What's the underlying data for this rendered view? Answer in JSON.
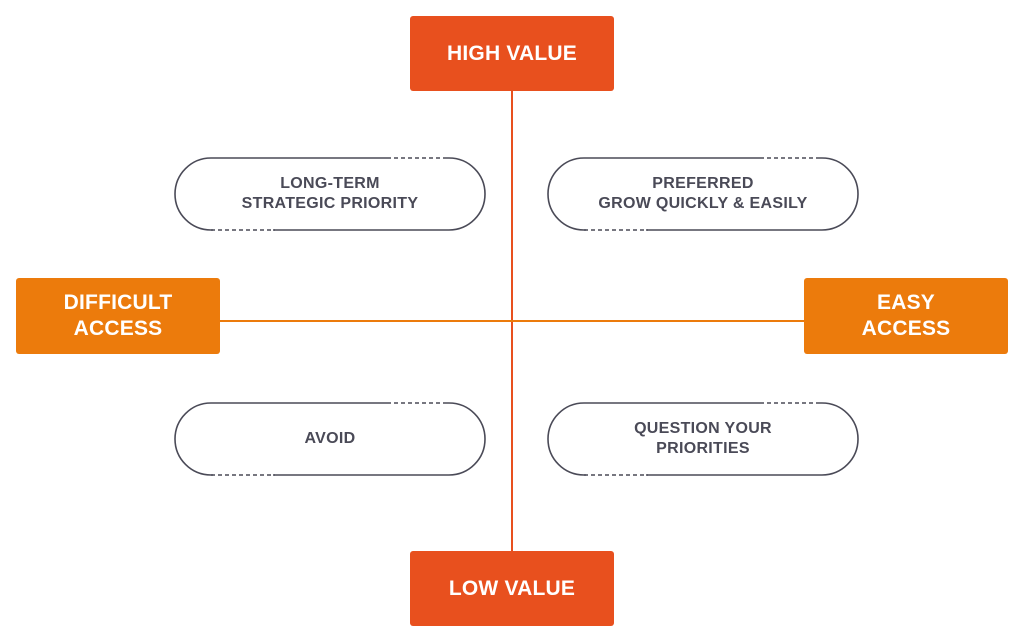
{
  "colors": {
    "value_axis": "#e8501e",
    "access_axis": "#ec7b0c",
    "pill_stroke": "#4a4a57",
    "pill_text": "#4a4a57"
  },
  "axes": {
    "top": "HIGH VALUE",
    "bottom": "LOW VALUE",
    "left": "DIFFICULT\nACCESS",
    "right": "EASY\nACCESS"
  },
  "quadrants": {
    "top_left": "LONG-TERM\nSTRATEGIC PRIORITY",
    "top_right": "PREFERRED\nGROW QUICKLY & EASILY",
    "bottom_left": "AVOID",
    "bottom_right": "QUESTION YOUR\nPRIORITIES"
  }
}
